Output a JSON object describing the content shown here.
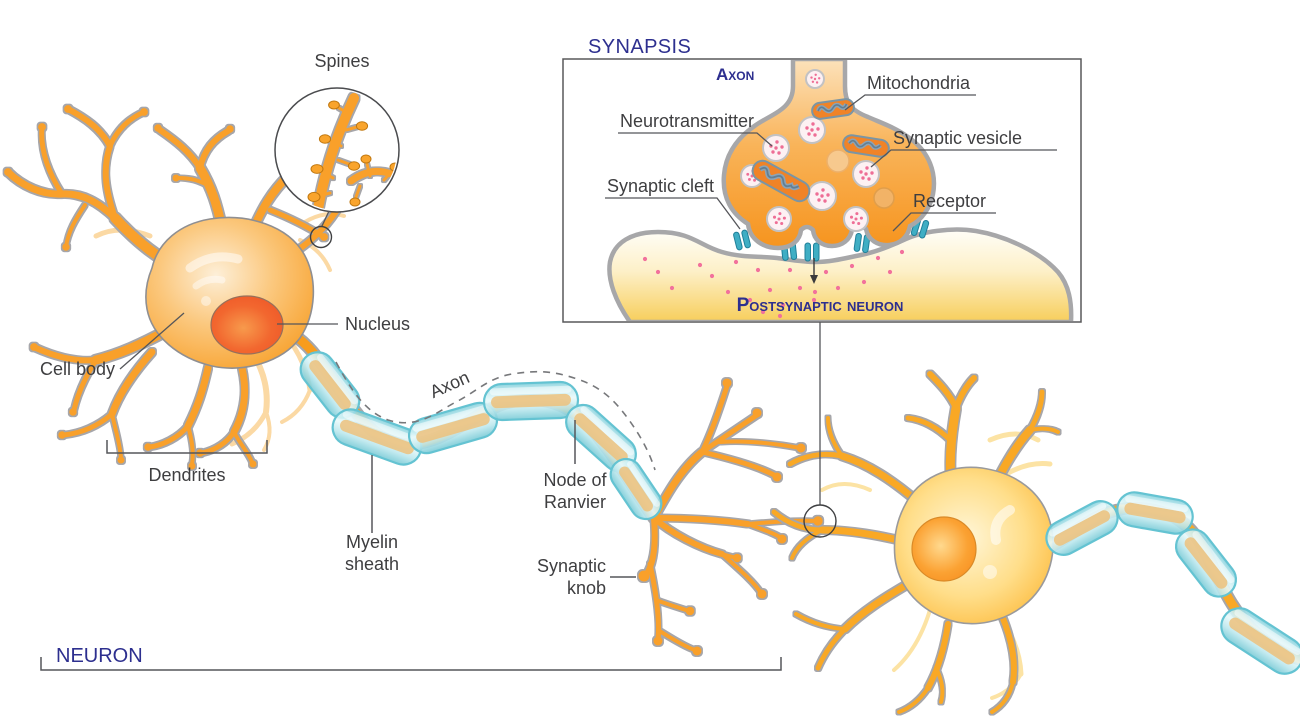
{
  "neuron": {
    "title": "NEURON",
    "spines": "Spines",
    "cell_body": "Cell body",
    "nucleus": "Nucleus",
    "dendrites": "Dendrites",
    "axon": "Axon",
    "node_of_ranvier": [
      "Node of",
      "Ranvier"
    ],
    "myelin_sheath": [
      "Myelin",
      "sheath"
    ],
    "synaptic_knob": [
      "Synaptic",
      "knob"
    ]
  },
  "synapse": {
    "title": "SYNAPSIS",
    "axon": "Axon",
    "mitochondria": "Mitochondria",
    "neurotransmitter": "Neurotransmitter",
    "synaptic_vesicle": "Synaptic vesicle",
    "synaptic_cleft": "Synaptic cleft",
    "receptor": "Receptor",
    "postsynaptic_neuron": "Postsynaptic neuron"
  },
  "colors": {
    "title_navy": "#2d2f8f",
    "label_gray": "#3e3e40",
    "neuron_orange": "#f89c1c",
    "pale_dendrite": "#fbd9a4",
    "soma_yellow": "#ffc23d",
    "nucleus_red_orange": "#ef5726",
    "myelin_cyan": "#c9eef2",
    "myelin_edge_teal": "#64c3d2",
    "receptor_teal": "#3faec4",
    "vesicle_pink": "#fdf1f3",
    "neurotransmitter_pink": "#f2719c",
    "mitochondria_gray_blue": "#8ca3b5",
    "membrane_gray": "#a7a7a9"
  }
}
